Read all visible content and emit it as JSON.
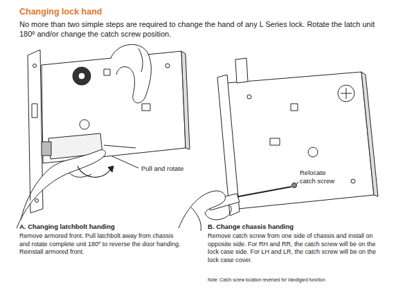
{
  "diagram": {
    "title": "Changing lock hand",
    "labels": [
      "No more than two simple steps are required to change the hand of any L Series lock. Rotate the latch unit 180º and/or change the catch screw position.",
      "Pull and rotate",
      "Relocate catch screw",
      "A. Changing latchbolt handing",
      "Remove armored front. Pull latchbolt away from chassis and rotate complete unit 180º to reverse the door handing. Reinstall armored front.",
      "B. Change chassis handing",
      "Remove catch screw from one side of chassis and install on opposite side. For RH and RR, the catch screw will be on the lock case side. For LH and LR, the catch screw will be on the lock case cover.",
      "Note: Catch screw location reversed for Vandlgard function."
    ]
  }
}
